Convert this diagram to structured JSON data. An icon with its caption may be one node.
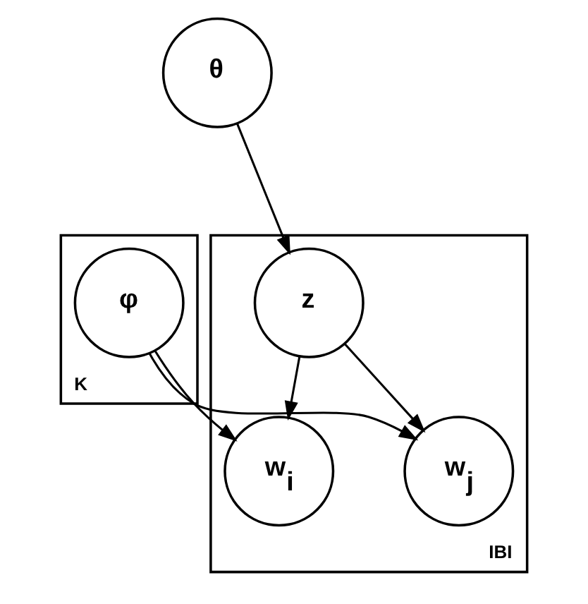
{
  "diagram": {
    "nodes": [
      {
        "text": [
          "θ"
        ]
      },
      {
        "text": [
          "IBI"
        ]
      },
      {
        "text": [
          "z"
        ],
        "in": 1
      },
      {
        "text": [
          "w$_{i}$"
        ],
        "in": 1
      },
      {
        "text": [
          "w$_{j}$"
        ],
        "in": 1
      },
      {
        "text": [
          "K"
        ]
      },
      {
        "text": [
          "φ"
        ],
        "in": 5
      }
    ],
    "edges": [
      {
        "from": 0,
        "to": 2,
        "arrow": "to"
      },
      {
        "from": 2,
        "to": 3,
        "arrow": "to"
      },
      {
        "from": 2,
        "to": 4,
        "arrow": "to"
      },
      {
        "from": 6,
        "to": 3,
        "arrow": "to"
      },
      {
        "from": 6,
        "to": 4,
        "arrow": "to"
      }
    ]
  }
}
